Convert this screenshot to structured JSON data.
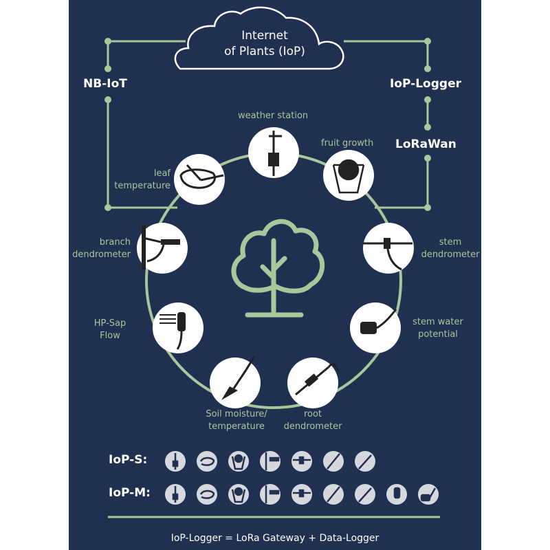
{
  "cloud": {
    "title": "Internet\nof Plants (IoP)"
  },
  "links": {
    "nb_iot": "NB-IoT",
    "iop_logger": "IoP-Logger",
    "lorawan": "LoRaWan"
  },
  "sensors": {
    "weather_station": "weather station",
    "fruit_growth": "fruit growth",
    "leaf_temperature": "leaf\ntemperature",
    "branch_dendrometer": "branch\ndendrometer",
    "stem_dendrometer": "stem\ndendrometer",
    "hp_sap_flow": "HP-Sap\nFlow",
    "stem_water_potential": "stem water\npotential",
    "soil_moisture": "Soil moisture/\ntemperature",
    "root_dendrometer": "root\ndendrometer"
  },
  "rows": {
    "iop_s": "IoP-S:",
    "iop_m": "IoP-M:"
  },
  "footer": "IoP-Logger = LoRa Gateway + Data-Logger",
  "colors": {
    "background": "#1f3050",
    "accent": "#a9c79a",
    "circle": "#ffffff",
    "small_icon": "#d6d8de"
  }
}
